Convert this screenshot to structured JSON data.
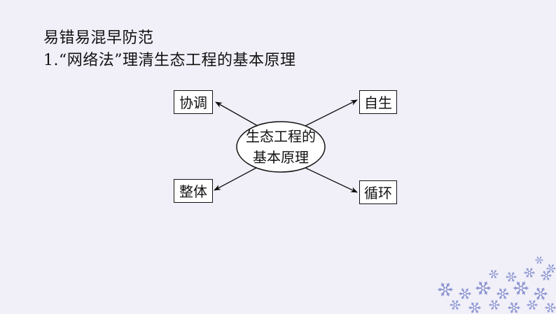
{
  "header": {
    "title": "易错易混早防范",
    "subtitle": "1.“网络法”理清生态工程的基本原理"
  },
  "diagram": {
    "center": {
      "line1": "生态工程的",
      "line2": "基本原理"
    },
    "nodes": {
      "top_left": "协调",
      "top_right": "自生",
      "bottom_left": "整体",
      "bottom_right": "循环"
    }
  },
  "colors": {
    "background": "#f1f0f9",
    "ink": "#111111",
    "snowflake": "#8a93d0"
  },
  "decoration": {
    "icon": "snowflake-icon"
  }
}
